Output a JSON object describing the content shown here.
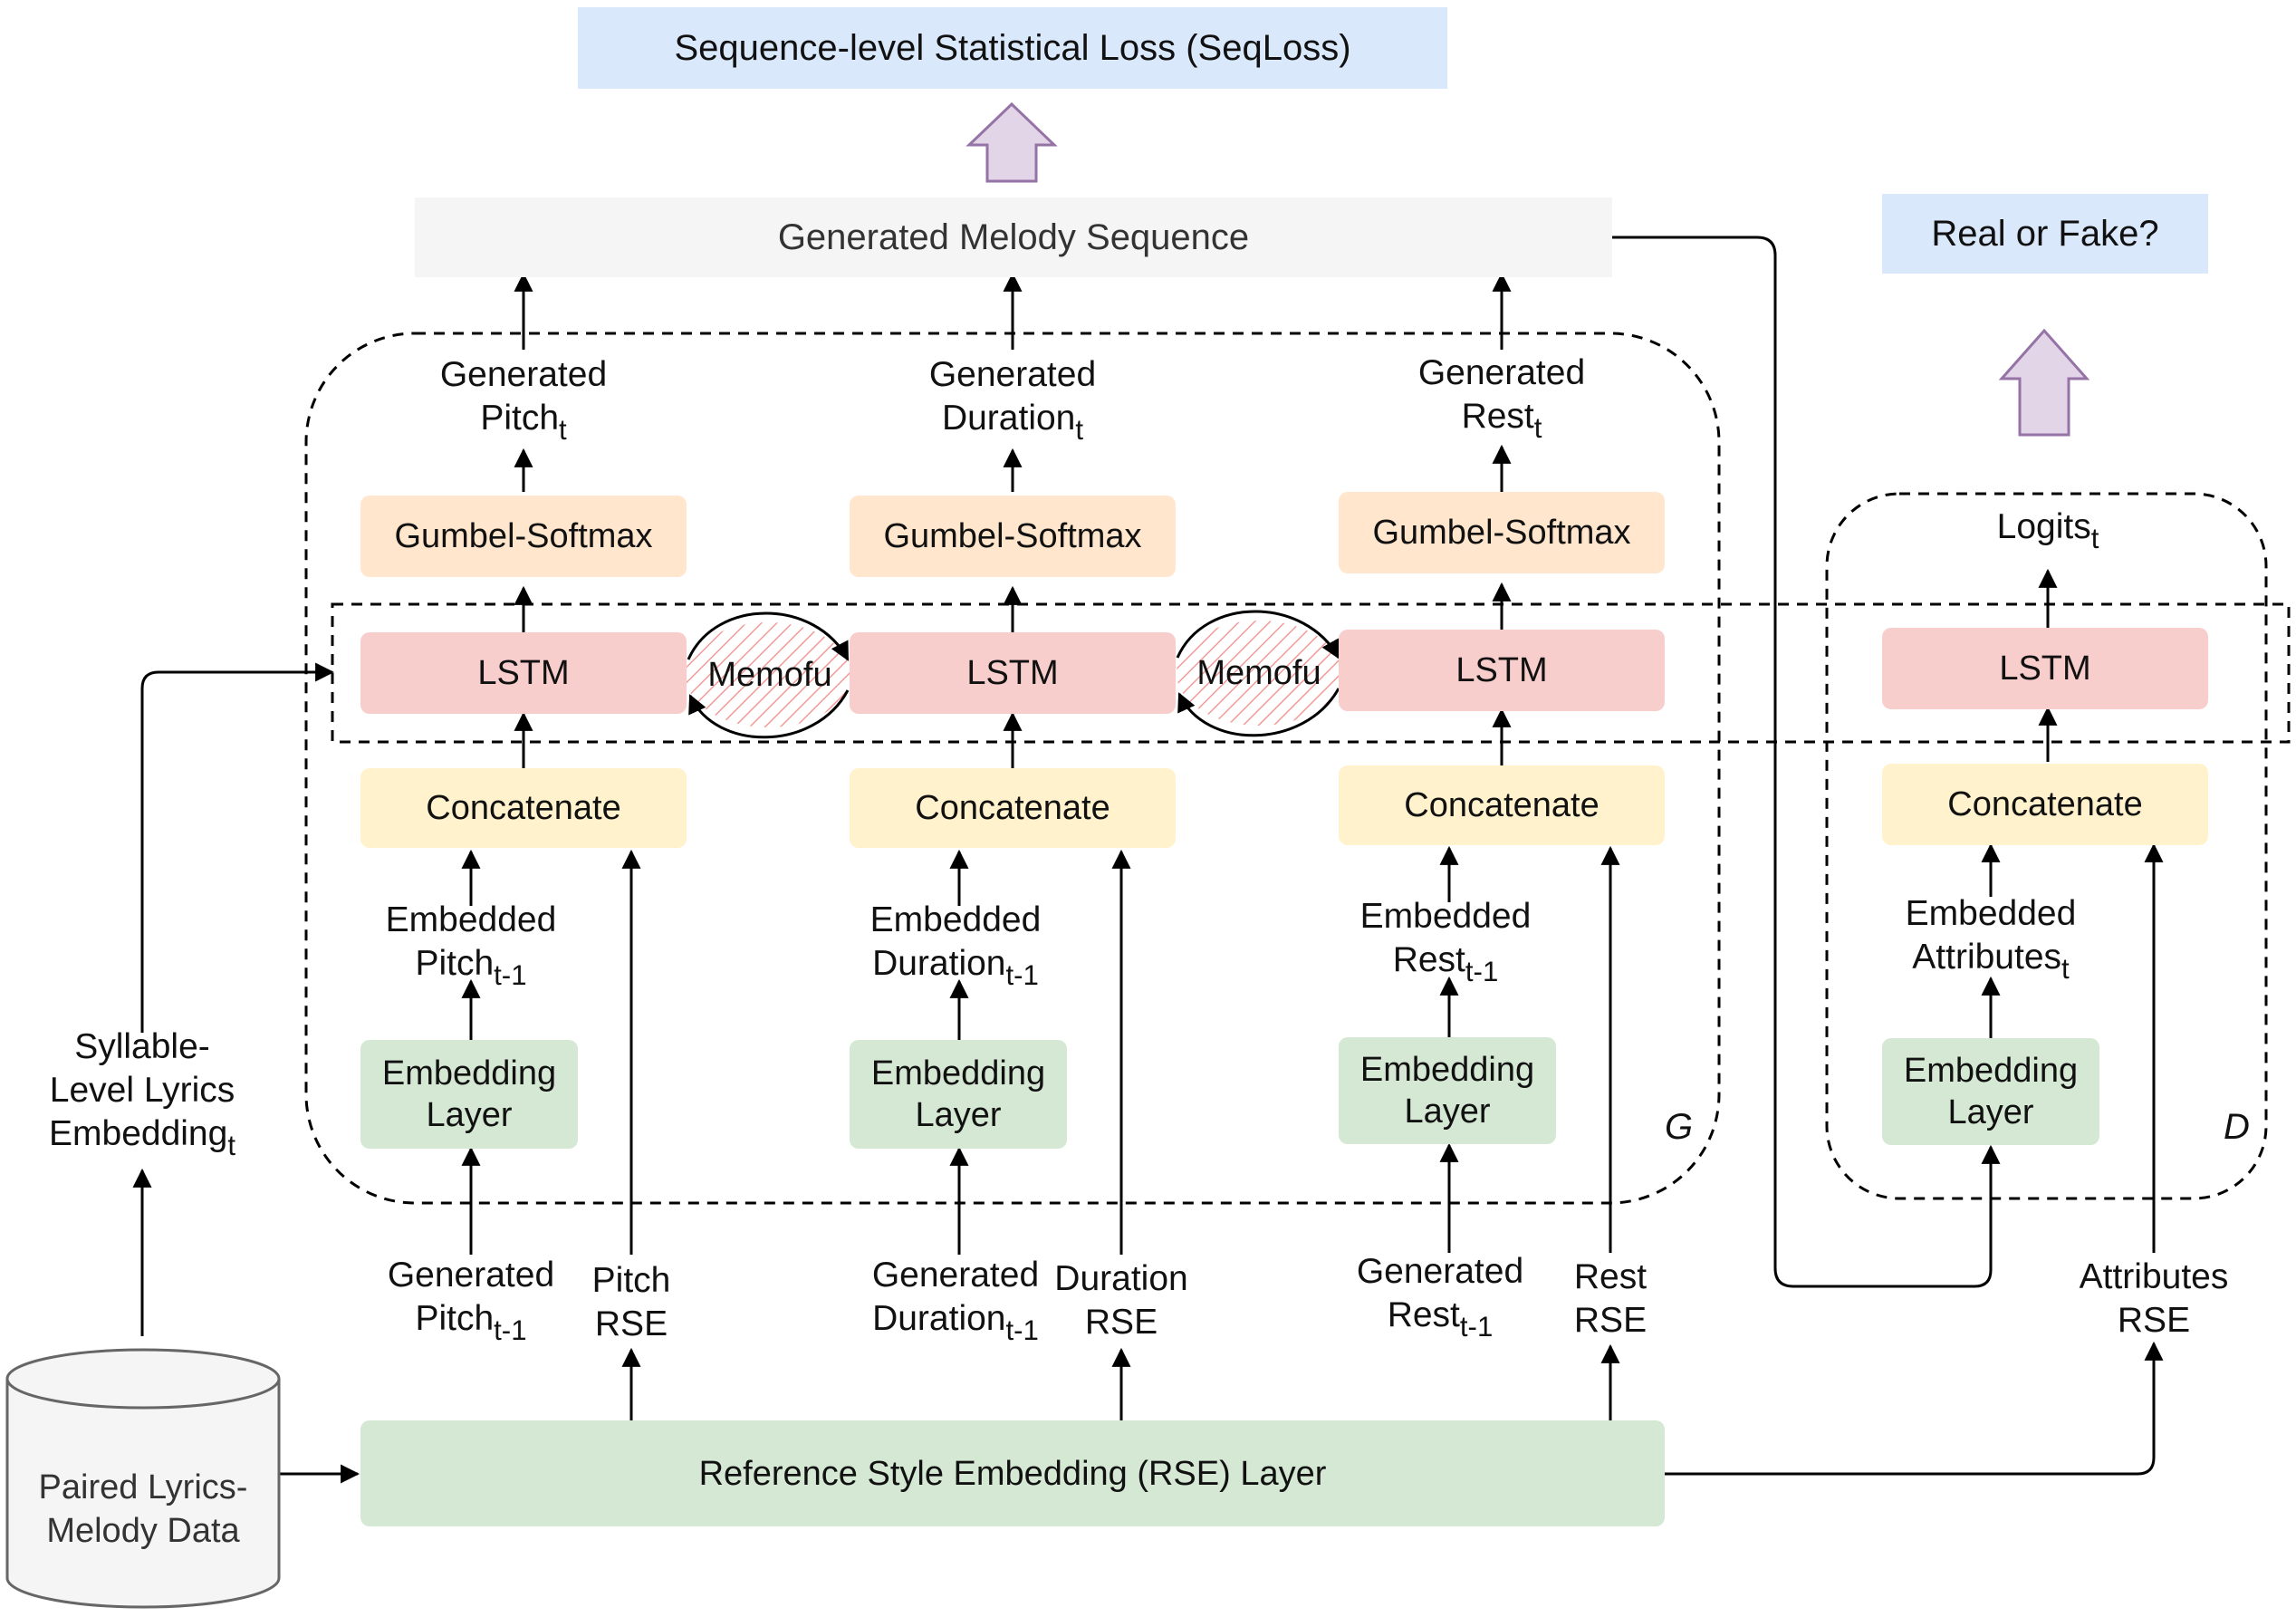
{
  "top": {
    "seqloss": "Sequence-level Statistical Loss (SeqLoss)",
    "generated_sequence": "Generated Melody Sequence",
    "real_or_fake": "Real or Fake?"
  },
  "generator": {
    "label": "G",
    "columns": [
      {
        "output_line1": "Generated",
        "output_line2": "Pitch",
        "output_sub": "t",
        "gumbel": "Gumbel-Softmax",
        "lstm": "LSTM",
        "concat": "Concatenate",
        "embedded_line1": "Embedded",
        "embedded_line2": "Pitch",
        "embedded_sub": "t-1",
        "embedding_line1": "Embedding",
        "embedding_line2": "Layer",
        "input_line1": "Generated",
        "input_line2": "Pitch",
        "input_sub": "t-1",
        "rse_line1": "Pitch",
        "rse_line2": "RSE"
      },
      {
        "output_line1": "Generated",
        "output_line2": "Duration",
        "output_sub": "t",
        "gumbel": "Gumbel-Softmax",
        "lstm": "LSTM",
        "concat": "Concatenate",
        "embedded_line1": "Embedded",
        "embedded_line2": "Duration",
        "embedded_sub": "t-1",
        "embedding_line1": "Embedding",
        "embedding_line2": "Layer",
        "input_line1": "Generated",
        "input_line2": "Duration",
        "input_sub": "t-1",
        "rse_line1": "Duration",
        "rse_line2": "RSE"
      },
      {
        "output_line1": "Generated",
        "output_line2": "Rest",
        "output_sub": "t",
        "gumbel": "Gumbel-Softmax",
        "lstm": "LSTM",
        "concat": "Concatenate",
        "embedded_line1": "Embedded",
        "embedded_line2": "Rest",
        "embedded_sub": "t-1",
        "embedding_line1": "Embedding",
        "embedding_line2": "Layer",
        "input_line1": "Generated",
        "input_line2": "Rest",
        "input_sub": "t-1",
        "rse_line1": "Rest",
        "rse_line2": "RSE"
      }
    ],
    "memofu": [
      "Memofu",
      "Memofu"
    ]
  },
  "discriminator": {
    "label": "D",
    "output_line1": "Logits",
    "output_sub": "t",
    "lstm": "LSTM",
    "concat": "Concatenate",
    "embedded_line1": "Embedded",
    "embedded_line2": "Attributes",
    "embedded_sub": "t",
    "embedding_line1": "Embedding",
    "embedding_line2": "Layer",
    "rse_line1": "Attributes",
    "rse_line2": "RSE"
  },
  "lyrics": {
    "line1": "Syllable-",
    "line2": "Level Lyrics",
    "line3": "Embedding",
    "sub": "t"
  },
  "database": {
    "line1": "Paired Lyrics-",
    "line2": "Melody Data"
  },
  "rse_layer": "Reference Style Embedding (RSE) Layer"
}
